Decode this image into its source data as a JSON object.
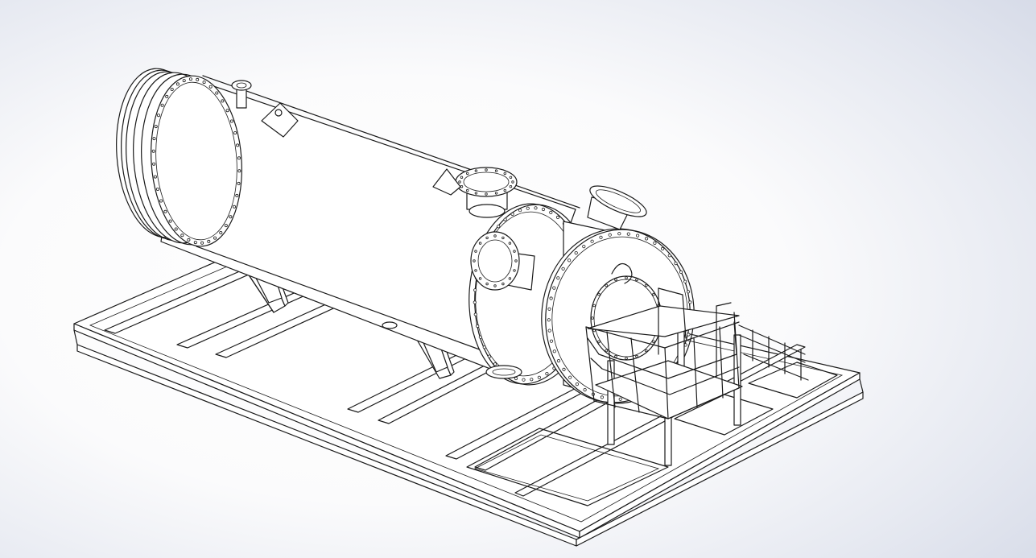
{
  "viewport": {
    "background_top": "#ffffff",
    "background_edge": "#d6dbe8",
    "line_color": "#1a1a1a",
    "body_color": "#ffffff"
  },
  "model": {
    "icons": [
      "shell-and-tube-heat-exchanger",
      "skid-base-frame",
      "access-platform"
    ]
  }
}
